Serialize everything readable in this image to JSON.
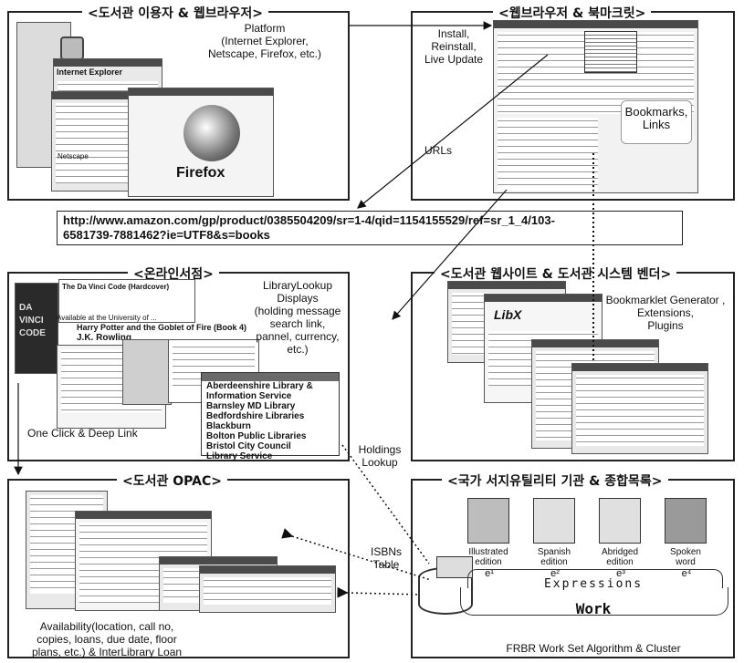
{
  "panels": {
    "browser_users": "<도서관 이용자 & 웹브라우저>",
    "bookmarklet": "<웹브라우저 & 북마크릿>",
    "online_bookstore": "<온라인서점>",
    "library_site": "<도서관 웹사이트 & 도서관 시스템 벤더>",
    "opac": "<도서관 OPAC>",
    "national": "<국가 서지유틸리티 기관 & 종합목록>"
  },
  "labels": {
    "platform": "Platform\n(Internet Explorer,\nNetscape, Firefox, etc.)",
    "install": "Install,\nReinstall,\nLive Update",
    "bookmarks": "Bookmarks,\nLinks",
    "urls": "URLs",
    "librarylookup": "LibraryLookup\nDisplays\n(holding message\nsearch link,\npannel, currency,\netc.)",
    "generator": "Bookmarklet Generator ,\nExtensions,\nPlugins",
    "oneclick": "One Click & Deep Link",
    "holdings": "Holdings\nLookup",
    "isbns": "ISBNs\nTable",
    "availability": "Availability(location, call no,\ncopies, loans, due date, floor\nplans, etc.) & InterLibrary Loan",
    "frbr": "FRBR Work Set Algorithm & Cluster",
    "expressions": "Expressions",
    "work": "Work"
  },
  "url": {
    "line1": "http://www.amazon.com/gp/product/0385504209/sr=1-4/qid=1154155529/ref=sr_1_4/103-",
    "line2": "6581739-7881462?ie=UTF8&s=books"
  },
  "screens": {
    "ie_title": "Internet Explorer",
    "firefox": "Firefox",
    "netscape": "Netscape",
    "book_title": "The Da Vinci Code (Hardcover)",
    "book_avail": "Available at the University of ...",
    "harry": "Harry Potter and the Goblet of Fire (Book 4)",
    "author": "J.K. Rowling",
    "cover": "DA VINCI CODE",
    "site_logo": "LibX"
  },
  "libraries": [
    "Aberdeenshire Library &",
    "Information Service",
    "Barnsley MD Library",
    "Bedfordshire Libraries",
    "Blackburn",
    "Bolton Public Libraries",
    "Bristol City Council",
    "Library Service"
  ],
  "editions": [
    {
      "title": "Illustrated\nedition",
      "tag": "e¹"
    },
    {
      "title": "Spanish\nedition",
      "tag": "e²"
    },
    {
      "title": "Abridged\nedition",
      "tag": "e³"
    },
    {
      "title": "Spoken\nword",
      "tag": "e⁴"
    }
  ]
}
